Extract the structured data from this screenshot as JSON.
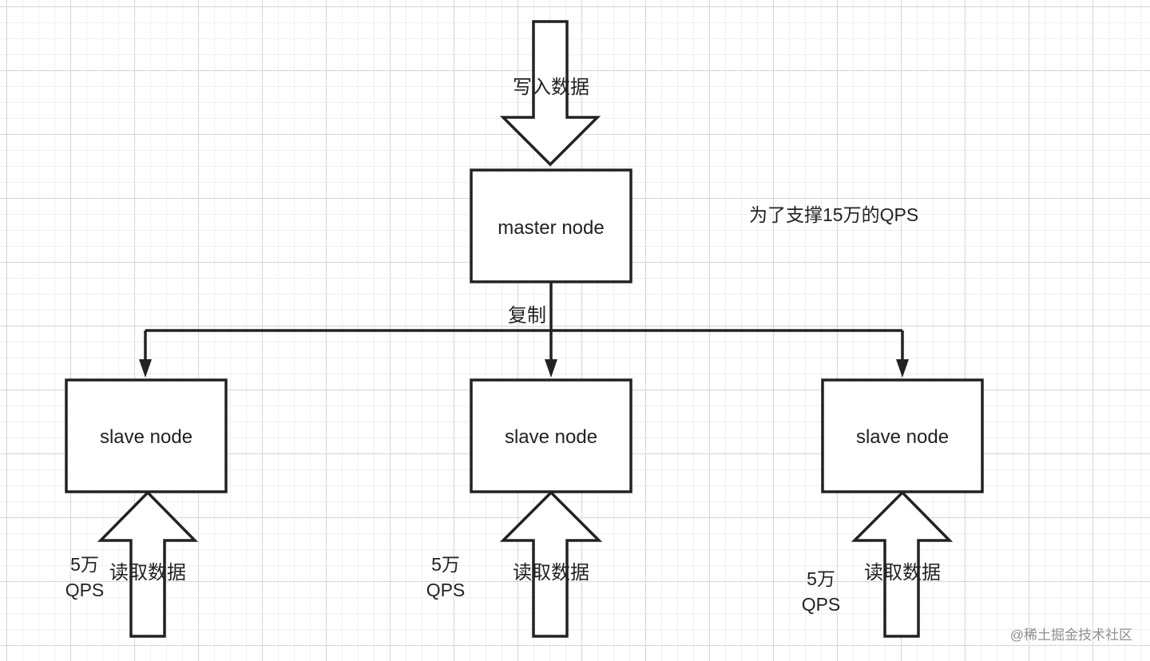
{
  "diagram": {
    "master": {
      "label": "master node"
    },
    "slaves": [
      {
        "label": "slave node",
        "read_label": "读取数据",
        "qps_line1": "5万",
        "qps_line2": "QPS"
      },
      {
        "label": "slave node",
        "read_label": "读取数据",
        "qps_line1": "5万",
        "qps_line2": "QPS"
      },
      {
        "label": "slave node",
        "read_label": "读取数据",
        "qps_line1": "5万",
        "qps_line2": "QPS"
      }
    ],
    "write_label": "写入数据",
    "replicate_label": "复制",
    "note": "为了支撑15万的QPS"
  },
  "watermark": "@稀土掘金技术社区",
  "colors": {
    "stroke": "#222222",
    "box_fill": "#ffffff",
    "grid_major": "#d6d6d6",
    "grid_minor": "#efefef",
    "watermark": "#8f8f8f"
  }
}
